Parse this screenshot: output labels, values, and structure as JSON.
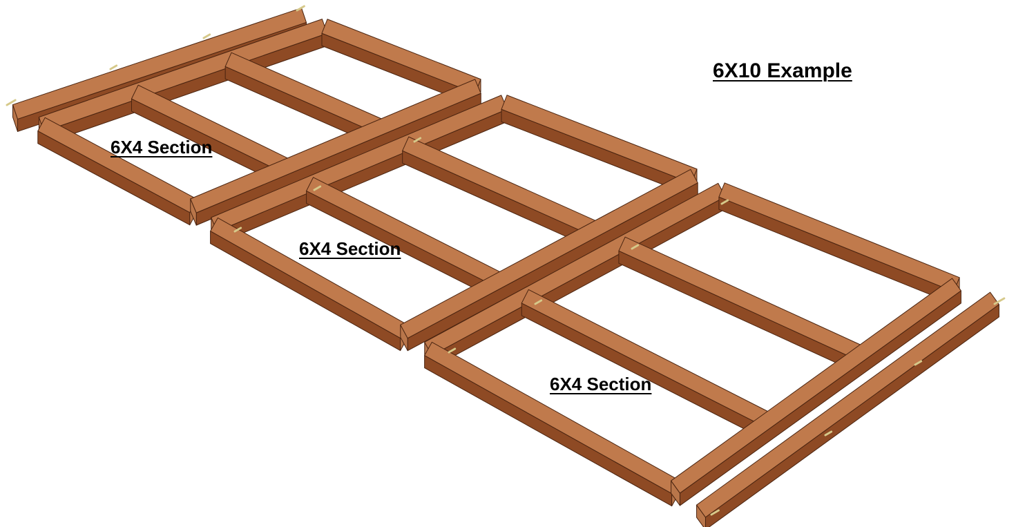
{
  "title": "6X10 Example",
  "sections": [
    {
      "label": "6X4 Section"
    },
    {
      "label": "6X4 Section"
    },
    {
      "label": "6X4 Section"
    }
  ],
  "colors": {
    "wood_top": "#c07a4c",
    "wood_side": "#8e4a24",
    "wood_end": "#b9764a",
    "outline": "#4a2410",
    "bolt": "#d6c98a",
    "background": "#ffffff"
  }
}
